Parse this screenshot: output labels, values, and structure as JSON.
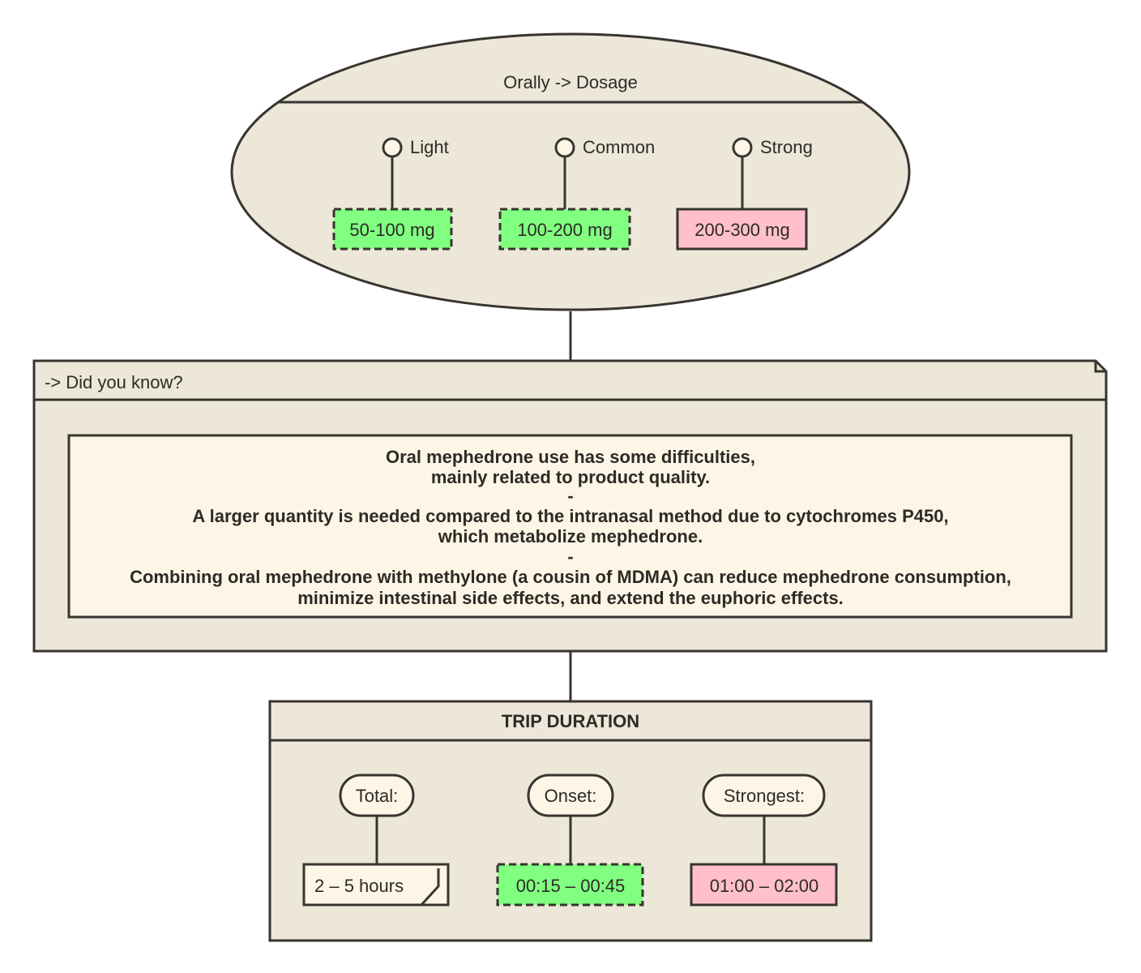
{
  "dosage": {
    "title": "Orally -> Dosage",
    "levels": [
      {
        "label": "Light",
        "value": "50-100 mg"
      },
      {
        "label": "Common",
        "value": "100-200 mg"
      },
      {
        "label": "Strong",
        "value": "200-300 mg"
      }
    ]
  },
  "note": {
    "header": "-> Did you know?",
    "lines": [
      "Oral mephedrone use has some difficulties,",
      "mainly related to product quality.",
      "-",
      "A larger quantity is needed compared to the intranasal method due to cytochromes P450,",
      "which metabolize mephedrone.",
      "-",
      "Combining oral mephedrone with methylone (a cousin of MDMA) can reduce mephedrone consumption,",
      "minimize intestinal side effects, and extend the euphoric effects."
    ]
  },
  "duration": {
    "title": "TRIP DURATION",
    "items": [
      {
        "label": "Total:",
        "value": "2 – 5 hours"
      },
      {
        "label": "Onset:",
        "value": "00:15 – 00:45"
      },
      {
        "label": "Strongest:",
        "value": "01:00 – 02:00"
      }
    ]
  },
  "colors": {
    "fill": "#ece7d8",
    "inner": "#fdf6e7",
    "green": "#80ff80",
    "pink": "#ffc0cb",
    "line": "#383430"
  }
}
